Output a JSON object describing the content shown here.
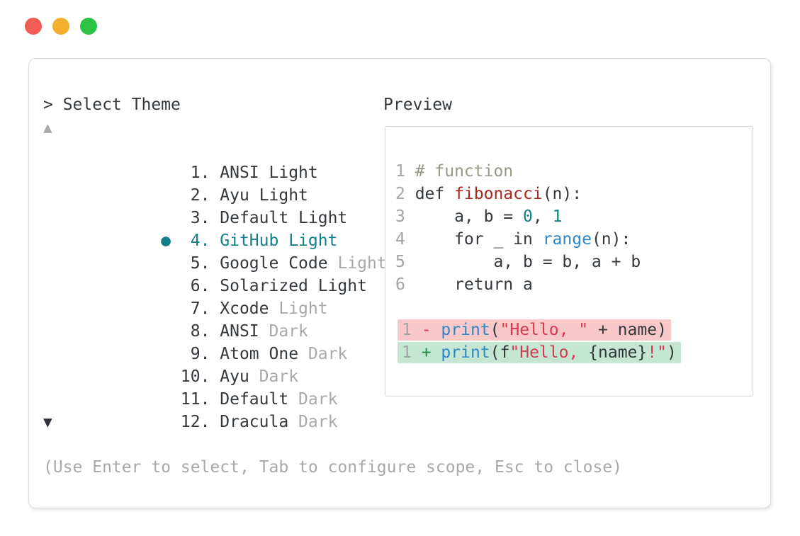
{
  "colors": {
    "teal": "#12808b",
    "muted": "#a6a9ac",
    "dark": "#33383d",
    "c-comment": "#999988",
    "c-defname": "#a8281f",
    "c-num": "#0f7f8a",
    "c-call": "#2f86c8",
    "c-string": "#d33b4f",
    "c-minus": "#d73a49",
    "c-plus": "#1f8a3c",
    "removed-bg": "#f8c8c8",
    "added-bg": "#c5e6d3",
    "tl-red": "#f25c54",
    "tl-yellow": "#f2b02e",
    "tl-green": "#2ec245"
  },
  "prompt": {
    "text": "> Select Theme"
  },
  "theme_list": {
    "scroll_up_indicator": "▲",
    "scroll_down_indicator": "▼",
    "items": [
      {
        "marker": "  ",
        "number": " 1. ",
        "name": "ANSI Light",
        "variant": "",
        "row_class": ""
      },
      {
        "marker": "  ",
        "number": " 2. ",
        "name": "Ayu Light",
        "variant": "",
        "row_class": ""
      },
      {
        "marker": "  ",
        "number": " 3. ",
        "name": "Default Light",
        "variant": "",
        "row_class": ""
      },
      {
        "marker": "● ",
        "number": " 4. ",
        "name": "GitHub Light",
        "variant": "",
        "row_class": "selected"
      },
      {
        "marker": "  ",
        "number": " 5. ",
        "name": "Google Code",
        "variant": " Light",
        "row_class": ""
      },
      {
        "marker": "  ",
        "number": " 6. ",
        "name": "Solarized Light",
        "variant": "",
        "row_class": ""
      },
      {
        "marker": "  ",
        "number": " 7. ",
        "name": "Xcode",
        "variant": " Light",
        "row_class": ""
      },
      {
        "marker": "  ",
        "number": " 8. ",
        "name": "ANSI",
        "variant": " Dark",
        "row_class": ""
      },
      {
        "marker": "  ",
        "number": " 9. ",
        "name": "Atom One",
        "variant": " Dark",
        "row_class": ""
      },
      {
        "marker": "  ",
        "number": "10. ",
        "name": "Ayu",
        "variant": " Dark",
        "row_class": ""
      },
      {
        "marker": "  ",
        "number": "11. ",
        "name": "Default",
        "variant": " Dark",
        "row_class": ""
      },
      {
        "marker": "  ",
        "number": "12. ",
        "name": "Dracula",
        "variant": " Dark",
        "row_class": ""
      }
    ]
  },
  "preview": {
    "title": "Preview",
    "code": [
      {
        "num": "1",
        "cls": "plainline",
        "segments": [
          {
            "t": "# function",
            "c": "comment"
          }
        ]
      },
      {
        "num": "2",
        "cls": "plainline",
        "segments": [
          {
            "t": "def ",
            "c": "plain"
          },
          {
            "t": "fibonacci",
            "c": "defname"
          },
          {
            "t": "(n):",
            "c": "plain"
          }
        ]
      },
      {
        "num": "3",
        "cls": "plainline",
        "segments": [
          {
            "t": "    a, b = ",
            "c": "plain"
          },
          {
            "t": "0",
            "c": "num"
          },
          {
            "t": ", ",
            "c": "plain"
          },
          {
            "t": "1",
            "c": "num"
          }
        ]
      },
      {
        "num": "4",
        "cls": "plainline",
        "segments": [
          {
            "t": "    for _ in ",
            "c": "plain"
          },
          {
            "t": "range",
            "c": "call"
          },
          {
            "t": "(n):",
            "c": "plain"
          }
        ]
      },
      {
        "num": "5",
        "cls": "plainline",
        "segments": [
          {
            "t": "        a, b = b, a + b",
            "c": "plain"
          }
        ]
      },
      {
        "num": "6",
        "cls": "plainline",
        "segments": [
          {
            "t": "    return a",
            "c": "plain"
          }
        ]
      },
      {
        "num": "",
        "cls": "plainline",
        "segments": []
      },
      {
        "num": "1",
        "cls": "removed",
        "segments": [
          {
            "t": "-",
            "c": "minus"
          },
          {
            "t": " ",
            "c": "plain"
          },
          {
            "t": "print",
            "c": "call"
          },
          {
            "t": "(",
            "c": "plain"
          },
          {
            "t": "\"Hello, \"",
            "c": "string"
          },
          {
            "t": " + name)",
            "c": "plain"
          }
        ]
      },
      {
        "num": "1",
        "cls": "added",
        "segments": [
          {
            "t": "+",
            "c": "plus"
          },
          {
            "t": " ",
            "c": "plain"
          },
          {
            "t": "print",
            "c": "call"
          },
          {
            "t": "(",
            "c": "plain"
          },
          {
            "t": "f",
            "c": "plain"
          },
          {
            "t": "\"Hello, ",
            "c": "string"
          },
          {
            "t": "{name}",
            "c": "plain"
          },
          {
            "t": "!\"",
            "c": "string"
          },
          {
            "t": ")",
            "c": "plain"
          }
        ]
      }
    ]
  },
  "help": {
    "text": "(Use Enter to select, Tab to configure scope, Esc to close)"
  }
}
